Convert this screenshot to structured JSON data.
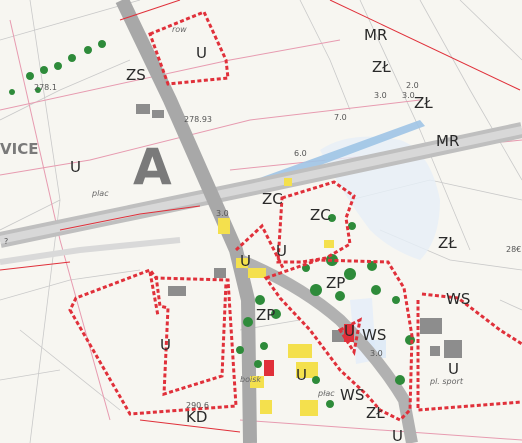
{
  "map": {
    "big_letter": "A",
    "zones": [
      "U",
      "ZS",
      "U",
      "MR",
      "ZŁ",
      "ZŁ",
      "MR",
      "ZC",
      "ZC",
      "U",
      "U",
      "ZŁ",
      "ZP",
      "ZP",
      "U",
      "WS",
      "U",
      "WS",
      "WS",
      "U",
      "U",
      "ZŁ",
      "KD",
      "U"
    ],
    "elevations": [
      "278.1",
      "278.93",
      "3.0",
      "2.0",
      "3.0",
      "6.0",
      "7.0",
      "3.0",
      "290.6",
      "3.0"
    ],
    "place_text": [
      "VICE",
      "plac",
      "pl. sport",
      "boisk",
      "płac",
      "row"
    ],
    "edge_numbers": [
      "28€",
      "?"
    ],
    "colors": {
      "boundary_red": "#e0303a",
      "road_grey": "#a8a8a8",
      "water_blue": "#9ec4e6",
      "tree_green": "#2e8b3a",
      "building_yellow": "#f4e04d"
    }
  }
}
